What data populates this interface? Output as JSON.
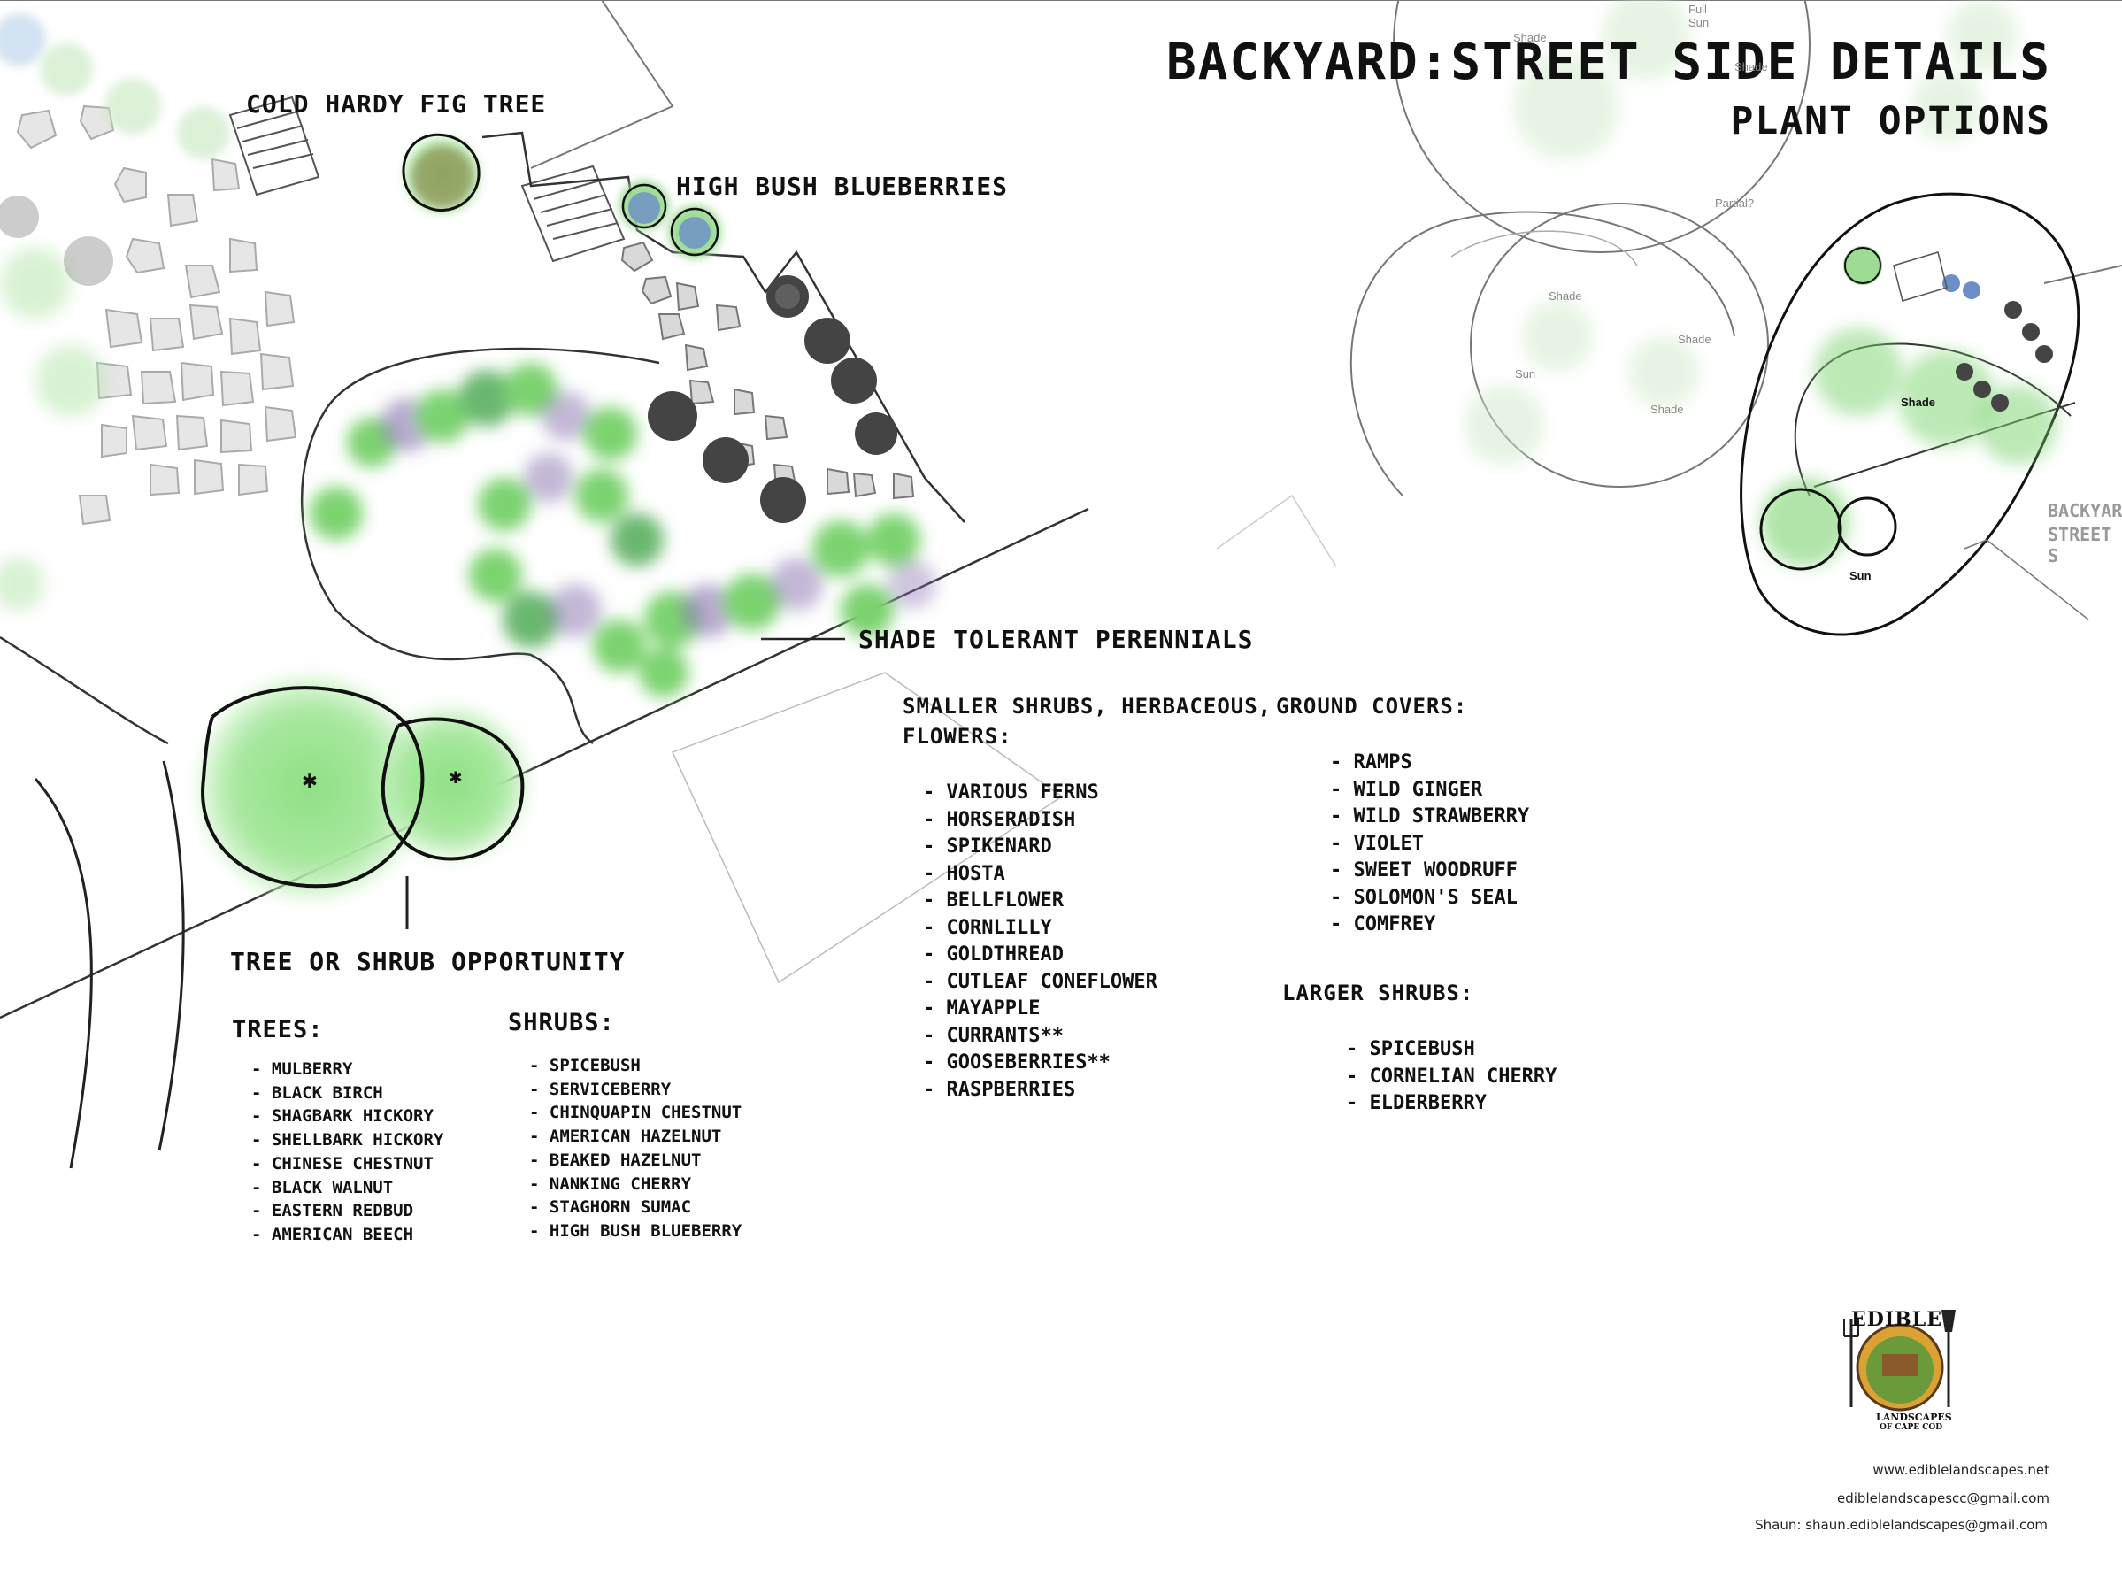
{
  "title": {
    "line1": "BACKYARD:STREET SIDE DETAILS",
    "line2": "PLANT OPTIONS"
  },
  "callouts": {
    "fig": "COLD HARDY FIG TREE",
    "blueberries": "HIGH BUSH BLUEBERRIES",
    "perennials": "SHADE TOLERANT PERENNIALS",
    "opportunity": "TREE OR SHRUB OPPORTUNITY"
  },
  "trees": {
    "heading": "TREES:",
    "items": [
      "MULBERRY",
      "BLACK BIRCH",
      "SHAGBARK HICKORY",
      "SHELLBARK HICKORY",
      "CHINESE CHESTNUT",
      "BLACK WALNUT",
      "EASTERN REDBUD",
      "AMERICAN BEECH"
    ]
  },
  "shrubs": {
    "heading": "SHRUBS:",
    "items": [
      "SPICEBUSH",
      "SERVICEBERRY",
      "CHINQUAPIN CHESTNUT",
      "AMERICAN HAZELNUT",
      "BEAKED HAZELNUT",
      "NANKING CHERRY",
      "STAGHORN SUMAC",
      "HIGH BUSH BLUEBERRY"
    ]
  },
  "smaller": {
    "heading1": "SMALLER SHRUBS, HERBACEOUS,",
    "heading2": "FLOWERS:",
    "items": [
      "VARIOUS FERNS",
      "HORSERADISH",
      "SPIKENARD",
      "HOSTA",
      "BELLFLOWER",
      "CORNLILLY",
      "GOLDTHREAD",
      "CUTLEAF CONEFLOWER",
      "MAYAPPLE",
      "CURRANTS**",
      "GOOSEBERRIES**",
      "RASPBERRIES"
    ]
  },
  "ground_covers": {
    "heading": "GROUND COVERS:",
    "items": [
      "RAMPS",
      "WILD GINGER",
      "WILD STRAWBERRY",
      "VIOLET",
      "SWEET WOODRUFF",
      "SOLOMON'S SEAL",
      "COMFREY"
    ]
  },
  "larger_shrubs": {
    "heading": "LARGER SHRUBS:",
    "items": [
      "SPICEBUSH",
      "CORNELIAN CHERRY",
      "ELDERBERRY"
    ]
  },
  "inset": {
    "labels": [
      "Shade",
      "Full Sun",
      "Shade",
      "Partial?",
      "Shade",
      "Shade",
      "Sun",
      "Shade",
      "Shade",
      "Sun"
    ],
    "edge_label_1": "BACKYAR",
    "edge_label_2": "STREET S"
  },
  "logo": {
    "top": "EDIBLE",
    "middle": "LANDSCAPES",
    "bottom": "OF CAPE COD"
  },
  "contact": [
    "www.ediblelandscapes.net",
    "ediblelandscapescc@gmail.com",
    "Shaun: shaun.ediblelandscapes@gmail.com"
  ],
  "colors": {
    "foliage": "#7bd36f",
    "foliage_dark": "#4f8f5a",
    "purple": "#8a6fb0",
    "stone": "#d9d9d9",
    "blueberry": "#6d8fc9",
    "fig": "#8a6a3a"
  }
}
